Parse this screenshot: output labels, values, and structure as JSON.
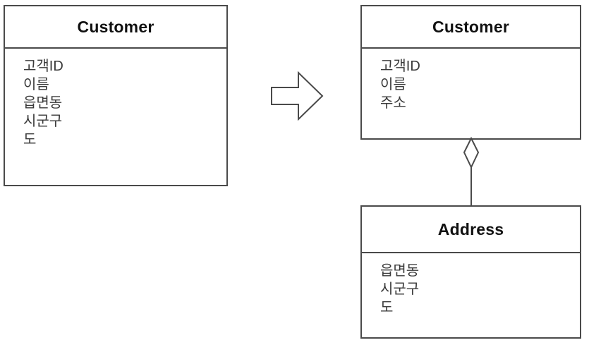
{
  "diagram": {
    "type": "uml-class-diagram",
    "background_color": "#ffffff",
    "line_color": "#4a4a4a",
    "text_color": "#1c1c1c",
    "classes": [
      {
        "id": "customer-before",
        "name": "Customer",
        "attributes": [
          "고객ID",
          "이름",
          "읍면동",
          "시군구",
          "도"
        ]
      },
      {
        "id": "customer-after",
        "name": "Customer",
        "attributes": [
          "고객ID",
          "이름",
          "주소"
        ]
      },
      {
        "id": "address",
        "name": "Address",
        "attributes": [
          "읍면동",
          "시군구",
          "도"
        ]
      }
    ],
    "connectors": [
      {
        "id": "transform-arrow",
        "kind": "block-arrow",
        "direction": "right",
        "fill": "#ffffff",
        "stroke": "#4a4a4a",
        "from": "customer-before",
        "to": "customer-after"
      },
      {
        "id": "aggregation",
        "kind": "aggregation",
        "marker": "hollow-diamond",
        "fill": "#ffffff",
        "stroke": "#4a4a4a",
        "whole": "customer-after",
        "part": "address"
      }
    ]
  }
}
